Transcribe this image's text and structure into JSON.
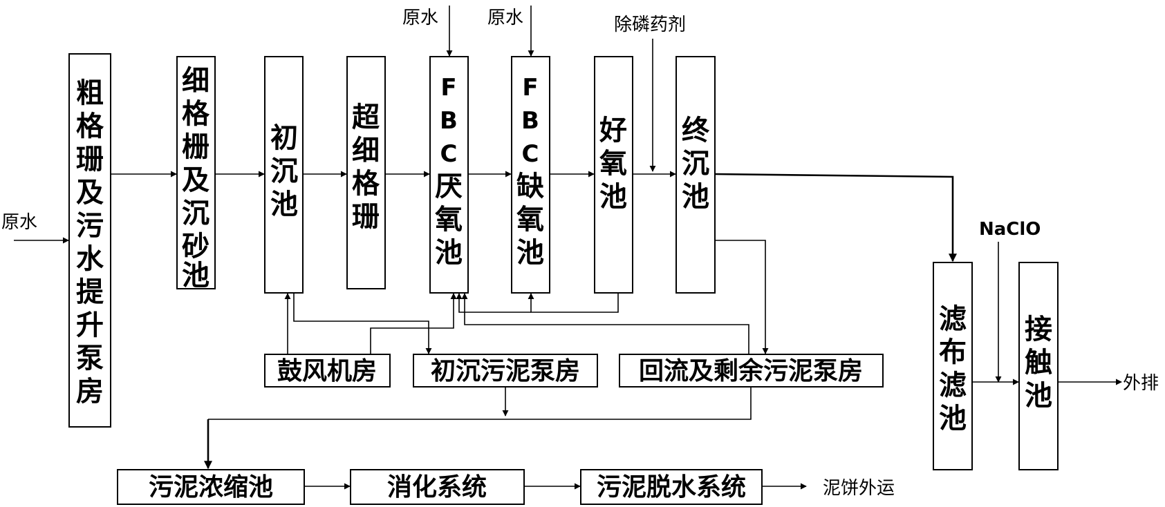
{
  "labels": {
    "raw_water_inlet": "原水",
    "raw_water_1": "原水",
    "raw_water_2": "原水",
    "phosphorus_agent": "除磷药剂",
    "naclo": "NaClO",
    "discharge": "外排",
    "sludge_cake": "泥饼外运"
  },
  "units": {
    "coarse_screen": [
      "粗",
      "格",
      "珊",
      "及",
      "污",
      "水",
      "提",
      "升",
      "泵",
      "房"
    ],
    "fine_screen": [
      "细",
      "格",
      "栅",
      "及",
      "沉",
      "砂",
      "池"
    ],
    "primary_clarifier": [
      "初",
      "沉",
      "池"
    ],
    "ultrafine_screen": [
      "超",
      "细",
      "格",
      "珊"
    ],
    "fbc_anaerobic": [
      "F",
      "B",
      "C",
      "厌",
      "氧",
      "池"
    ],
    "fbc_anoxic": [
      "F",
      "B",
      "C",
      "缺",
      "氧",
      "池"
    ],
    "aerobic_tank": [
      "好",
      "氧",
      "池"
    ],
    "final_clarifier": [
      "终",
      "沉",
      "池"
    ],
    "cloth_filter": [
      "滤",
      "布",
      "滤",
      "池"
    ],
    "contact_tank": [
      "接",
      "触",
      "池"
    ],
    "blower_room": "鼓风机房",
    "primary_sludge_pump": "初沉污泥泵房",
    "return_sludge_pump": "回流及剩余污泥泵房",
    "thickener": "污泥浓缩池",
    "digestion": "消化系统",
    "dewatering": "污泥脱水系统"
  }
}
